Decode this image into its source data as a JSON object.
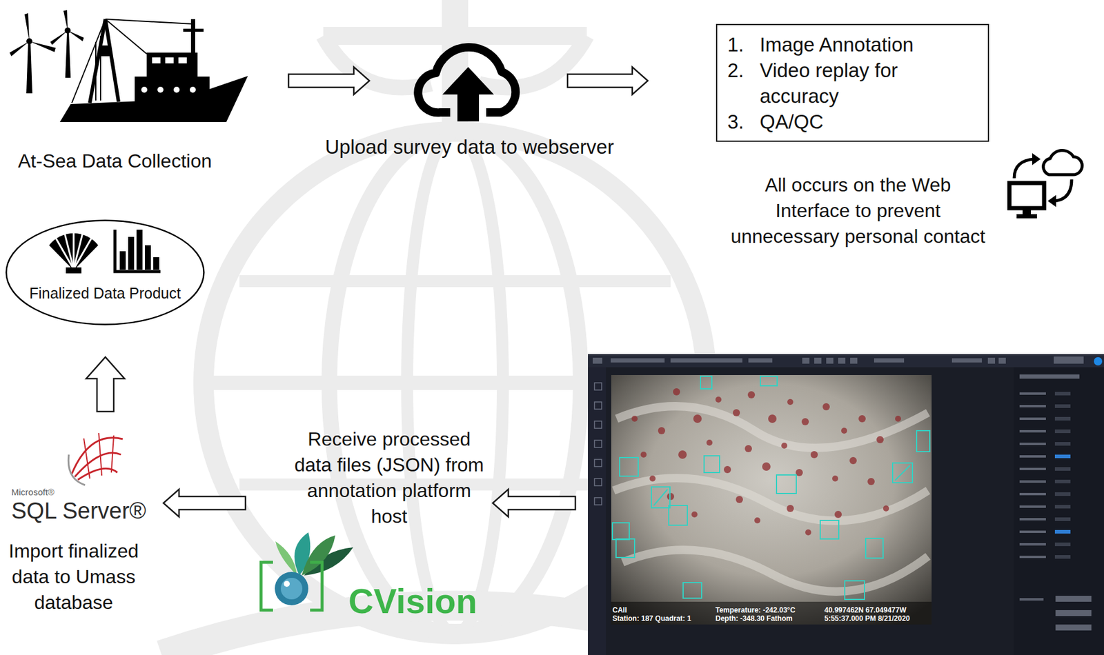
{
  "diagram": {
    "nodes": [
      {
        "text": [
          "At-Sea Data Collection"
        ]
      },
      {
        "text": [
          "Upload survey data to webserver"
        ]
      },
      {
        "text": [
          "1.",
          "Image Annotation",
          "2.",
          "Video replay for accuracy",
          "3.",
          "QA/QC"
        ]
      },
      {
        "text": [
          "Finalized Data Product"
        ]
      },
      {
        "text": [
          "Microsoft®",
          "SQL Server®",
          "Import finalized data to Umass database"
        ]
      },
      {
        "text": [
          "Receive processed data files (JSON) from annotation platform host"
        ]
      },
      {
        "text": [
          "CAII",
          "Station: 187 Quadrat: 1",
          "Temperature: -242.03°C",
          "Depth: -348.30 Fathom",
          "40.997462N 67.049477W",
          "5:55:37.000 PM 8/21/2020"
        ]
      }
    ],
    "edges": [
      {
        "from": 0,
        "to": 1,
        "arrow": "to"
      },
      {
        "from": 1,
        "to": 2,
        "arrow": "to"
      },
      {
        "from": 6,
        "to": 5,
        "arrow": "to"
      },
      {
        "from": 5,
        "to": 4,
        "arrow": "to"
      },
      {
        "from": 4,
        "to": 3,
        "arrow": "to"
      }
    ],
    "labels": [
      "All occurs on the Web Interface to prevent unnecessary personal contact",
      "CVision"
    ]
  }
}
